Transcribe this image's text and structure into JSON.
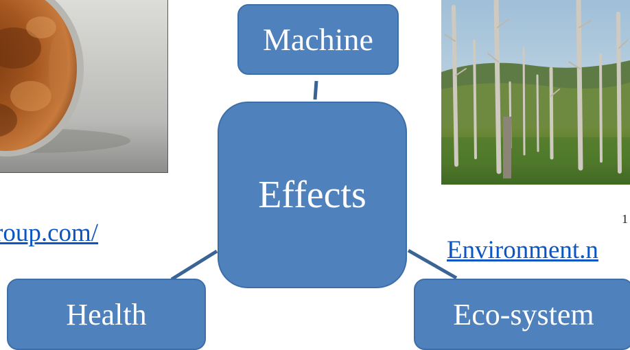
{
  "diagram": {
    "center": {
      "label": "Effects"
    },
    "branches": [
      {
        "id": "machine",
        "label": "Machine"
      },
      {
        "id": "health",
        "label": "Health"
      },
      {
        "id": "eco-system",
        "label": "Eco-system"
      }
    ]
  },
  "links": {
    "left": "roup.com/",
    "right": "Environment.n"
  },
  "fragments": {
    "right_edge": "1"
  },
  "colors": {
    "node_fill": "#4f81bd",
    "node_text": "#ffffff",
    "connector": "#3a6496",
    "link": "#0b56c4"
  },
  "images": [
    {
      "name": "corroded-pipe-photo"
    },
    {
      "name": "dead-forest-photo"
    }
  ]
}
